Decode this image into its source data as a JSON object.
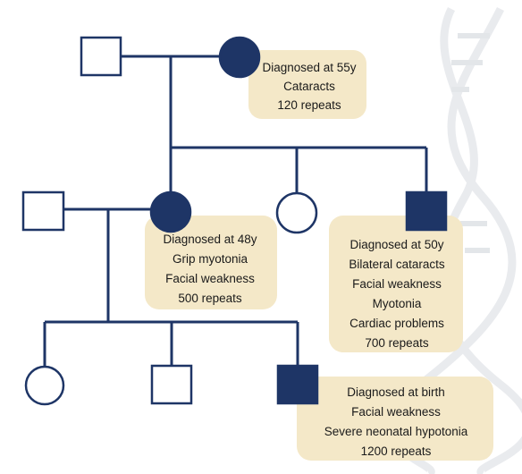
{
  "pedigree": {
    "gen1": {
      "father": {
        "affected": false
      },
      "mother": {
        "affected": true,
        "note": [
          "Diagnosed at 55y",
          "Cataracts",
          "120 repeats"
        ]
      }
    },
    "gen2": {
      "daughter": {
        "affected": true,
        "note": [
          "Diagnosed at 48y",
          "Grip myotonia",
          "Facial weakness",
          "500 repeats"
        ]
      },
      "daughter_spouse": {
        "affected": false
      },
      "middle_daughter": {
        "affected": false
      },
      "son": {
        "affected": true,
        "note": [
          "Diagnosed at 50y",
          "Bilateral cataracts",
          "Facial weakness",
          "Myotonia",
          "Cardiac problems",
          "700 repeats"
        ]
      }
    },
    "gen3": {
      "daughter": {
        "affected": false
      },
      "son": {
        "affected": false
      },
      "affected_son": {
        "affected": true,
        "note": [
          "Diagnosed at birth",
          "Facial weakness",
          "Severe neonatal hypotonia",
          "1200 repeats"
        ]
      }
    }
  },
  "colors": {
    "affected_fill": "#1e3566",
    "line": "#1e3566",
    "note_background": "#f4e8c8",
    "watermark": "#e6e8ec"
  },
  "icons": {
    "male": "square",
    "female": "circle"
  }
}
